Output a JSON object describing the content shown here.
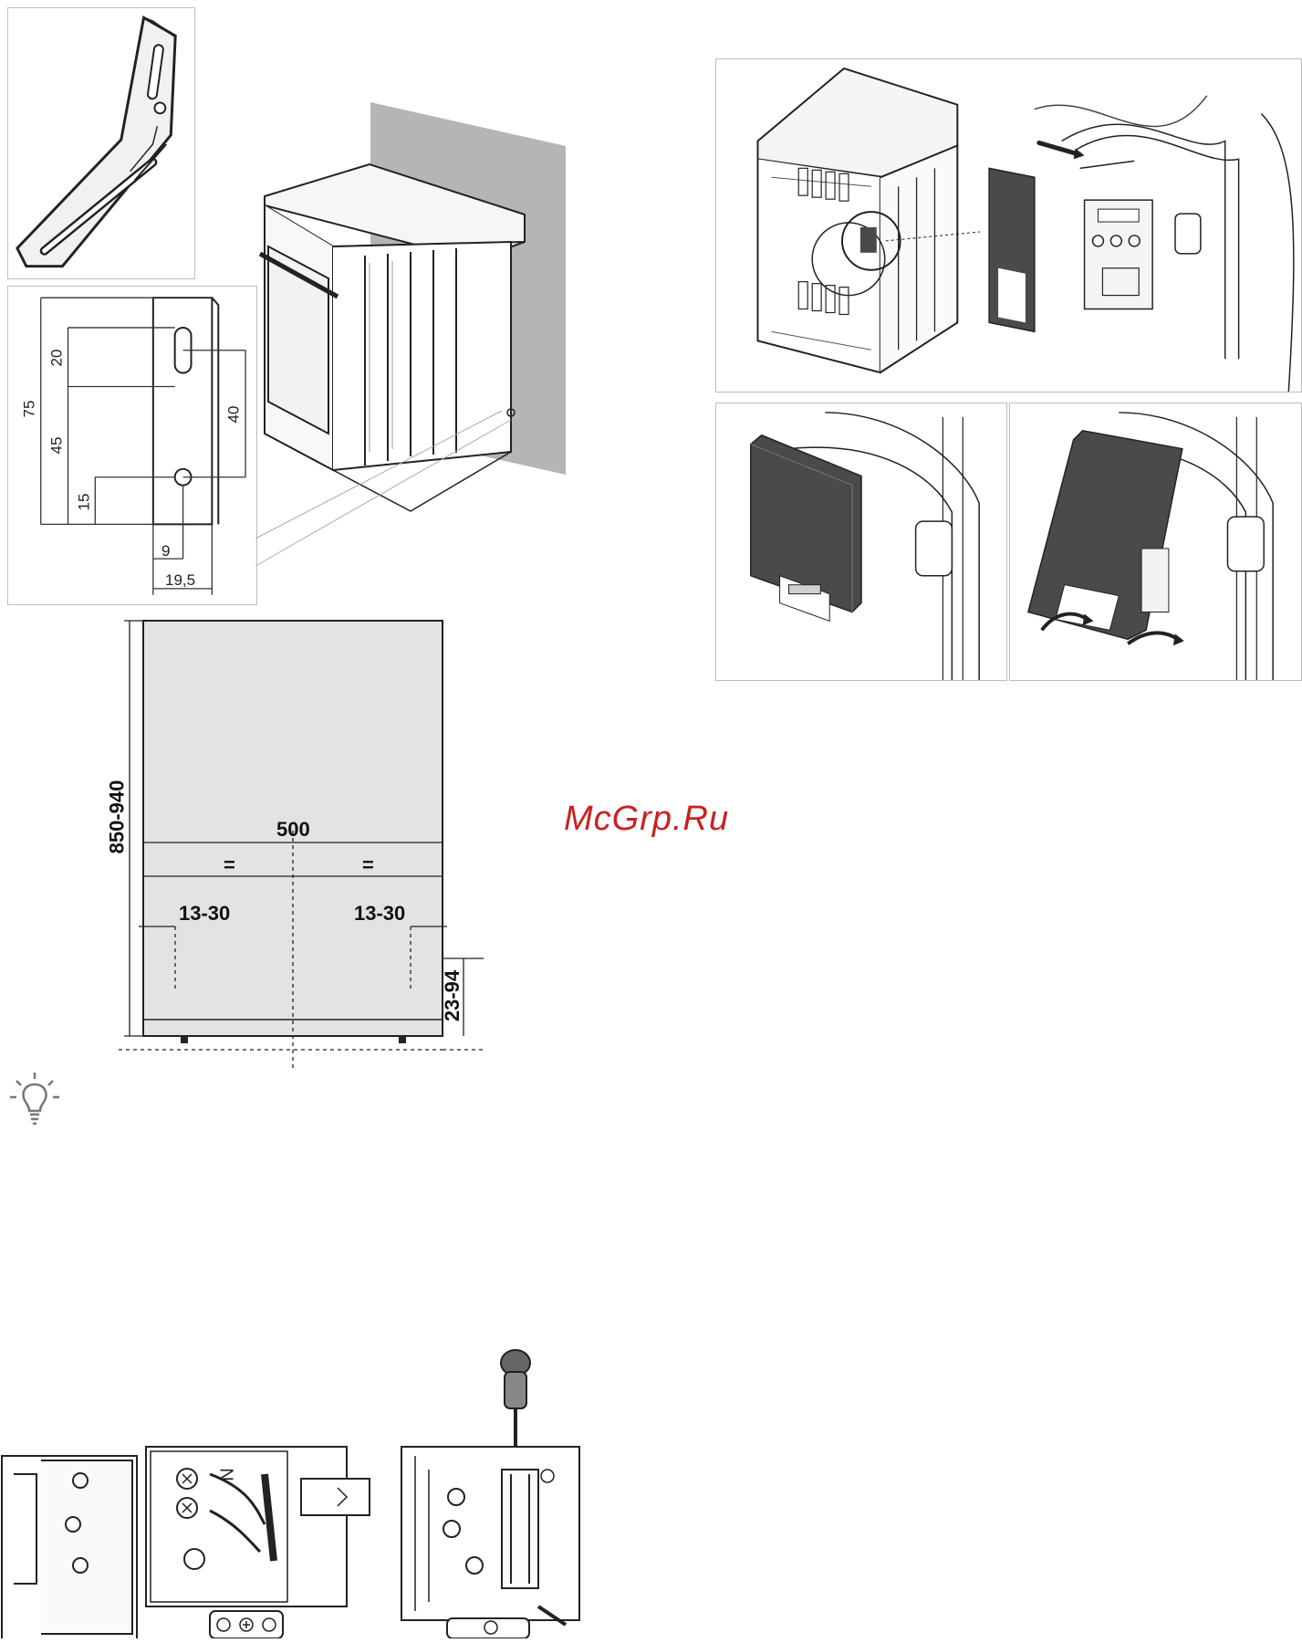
{
  "watermark": "McGrp.Ru",
  "bracket_drawing": {
    "dims": [
      "20",
      "75",
      "45",
      "40",
      "15",
      "9",
      "19,5"
    ]
  },
  "niche_drawing": {
    "height_label": "850-940",
    "width_label": "500",
    "equal_left": "=",
    "equal_right": "=",
    "offset_left": "13-30",
    "offset_right": "13-30",
    "bracket_height": "23-94"
  },
  "icons": {
    "tip": "lightbulb-icon",
    "screwdriver": "screwdriver-icon"
  },
  "terminal_drawing": {
    "neutral_label": "N"
  },
  "colors": {
    "watermark": "#cc2020",
    "cover": "#4a4a4a",
    "wall": "#b5b5b5",
    "niche": "#e3e3e3"
  }
}
